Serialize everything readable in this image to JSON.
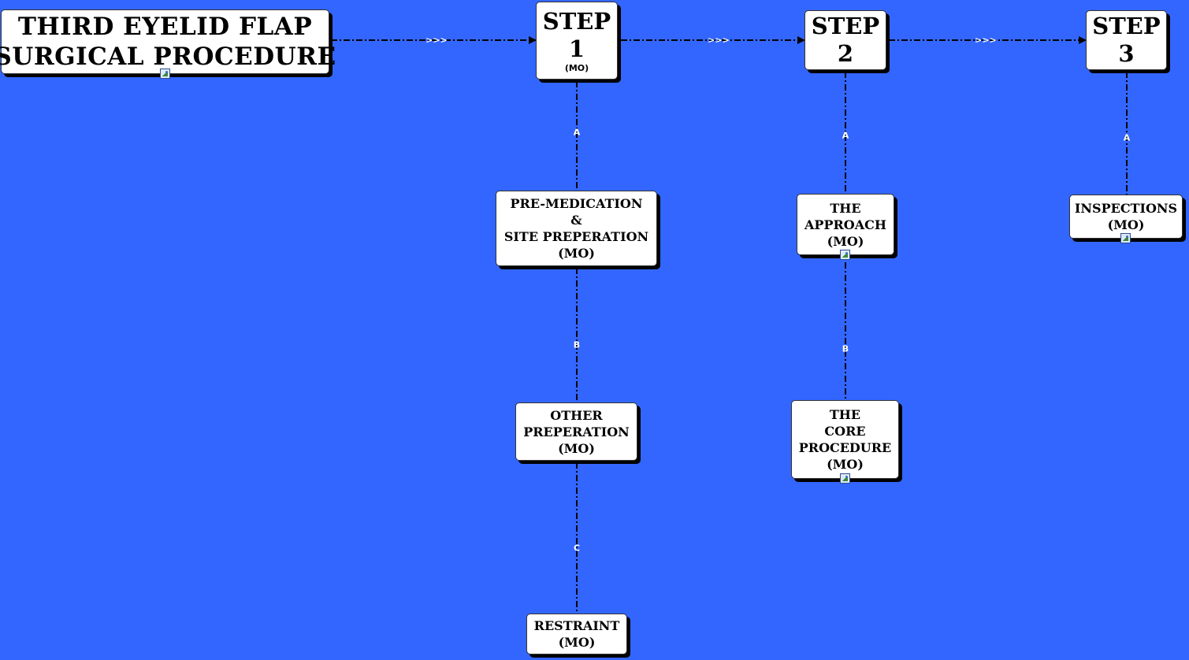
{
  "diagram": {
    "title": {
      "line1": "THIRD EYELID FLAP",
      "line2": "SURGICAL PROCEDURE",
      "icon": "image-link-icon"
    },
    "steps": [
      {
        "word": "STEP",
        "number": "1",
        "sub": "(MO)"
      },
      {
        "word": "STEP",
        "number": "2",
        "sub": ""
      },
      {
        "word": "STEP",
        "number": "3",
        "sub": ""
      }
    ],
    "topics": {
      "premed": {
        "lines": [
          "PRE-MEDICATION",
          "&",
          "SITE PREPERATION",
          "(MO)"
        ]
      },
      "other": {
        "lines": [
          "OTHER",
          "PREPERATION",
          "(MO)"
        ]
      },
      "restraint": {
        "lines": [
          "RESTRAINT",
          "(MO)"
        ]
      },
      "approach": {
        "lines": [
          "THE",
          "APPROACH",
          "(MO)"
        ],
        "icon": "image-link-icon"
      },
      "core": {
        "lines": [
          "THE",
          "CORE",
          "PROCEDURE",
          "(MO)"
        ],
        "icon": "image-link-icon"
      },
      "inspections": {
        "lines": [
          "INSPECTIONS",
          "(MO)"
        ],
        "icon": "image-link-icon"
      }
    },
    "edge_labels": {
      "flow": ">>>",
      "s1_a": "A",
      "s1_b": "B",
      "s1_c": "C",
      "s2_a": "A",
      "s2_b": "B",
      "s3_a": "A"
    },
    "colors": {
      "background": "#3366ff",
      "node_fill": "#ffffff",
      "line": "#000000",
      "label": "#ffffff"
    }
  }
}
